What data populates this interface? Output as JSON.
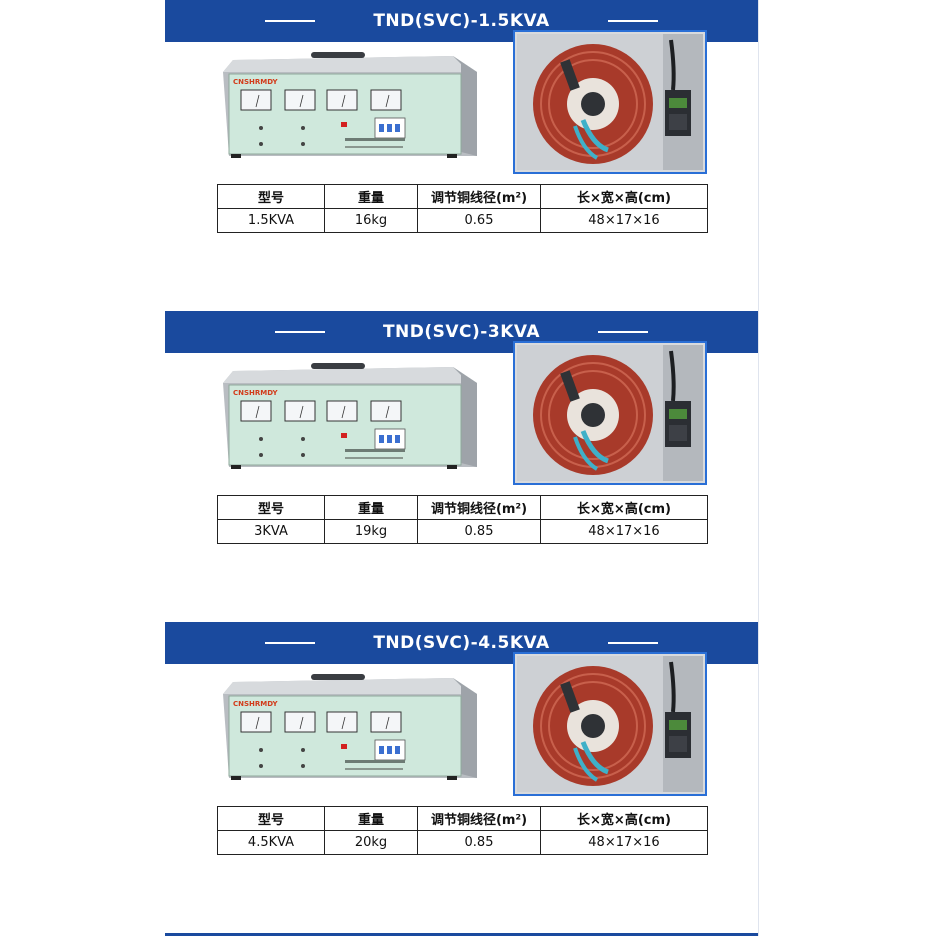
{
  "sections": [
    {
      "title": "TND(SVC)-1.5KVA",
      "table": {
        "headers": [
          "型号",
          "重量",
          "调节铜线径(m²)",
          "长×宽×高(cm)"
        ],
        "row": [
          "1.5KVA",
          "16kg",
          "0.65",
          "48×17×16"
        ]
      }
    },
    {
      "title": "TND(SVC)-3KVA",
      "table": {
        "headers": [
          "型号",
          "重量",
          "调节铜线径(m²)",
          "长×宽×高(cm)"
        ],
        "row": [
          "3KVA",
          "19kg",
          "0.85",
          "48×17×16"
        ]
      }
    },
    {
      "title": "TND(SVC)-4.5KVA",
      "table": {
        "headers": [
          "型号",
          "重量",
          "调节铜线径(m²)",
          "长×宽×高(cm)"
        ],
        "row": [
          "4.5KVA",
          "20kg",
          "0.85",
          "48×17×16"
        ]
      }
    }
  ],
  "product_brand": "CNSHRMDY",
  "colors": {
    "banner": "#1a4a9e",
    "panel": "#cfe8dc",
    "casing": "#b9bdc2",
    "coil": "#a83a2a",
    "photo_border": "#2a6fd6"
  }
}
